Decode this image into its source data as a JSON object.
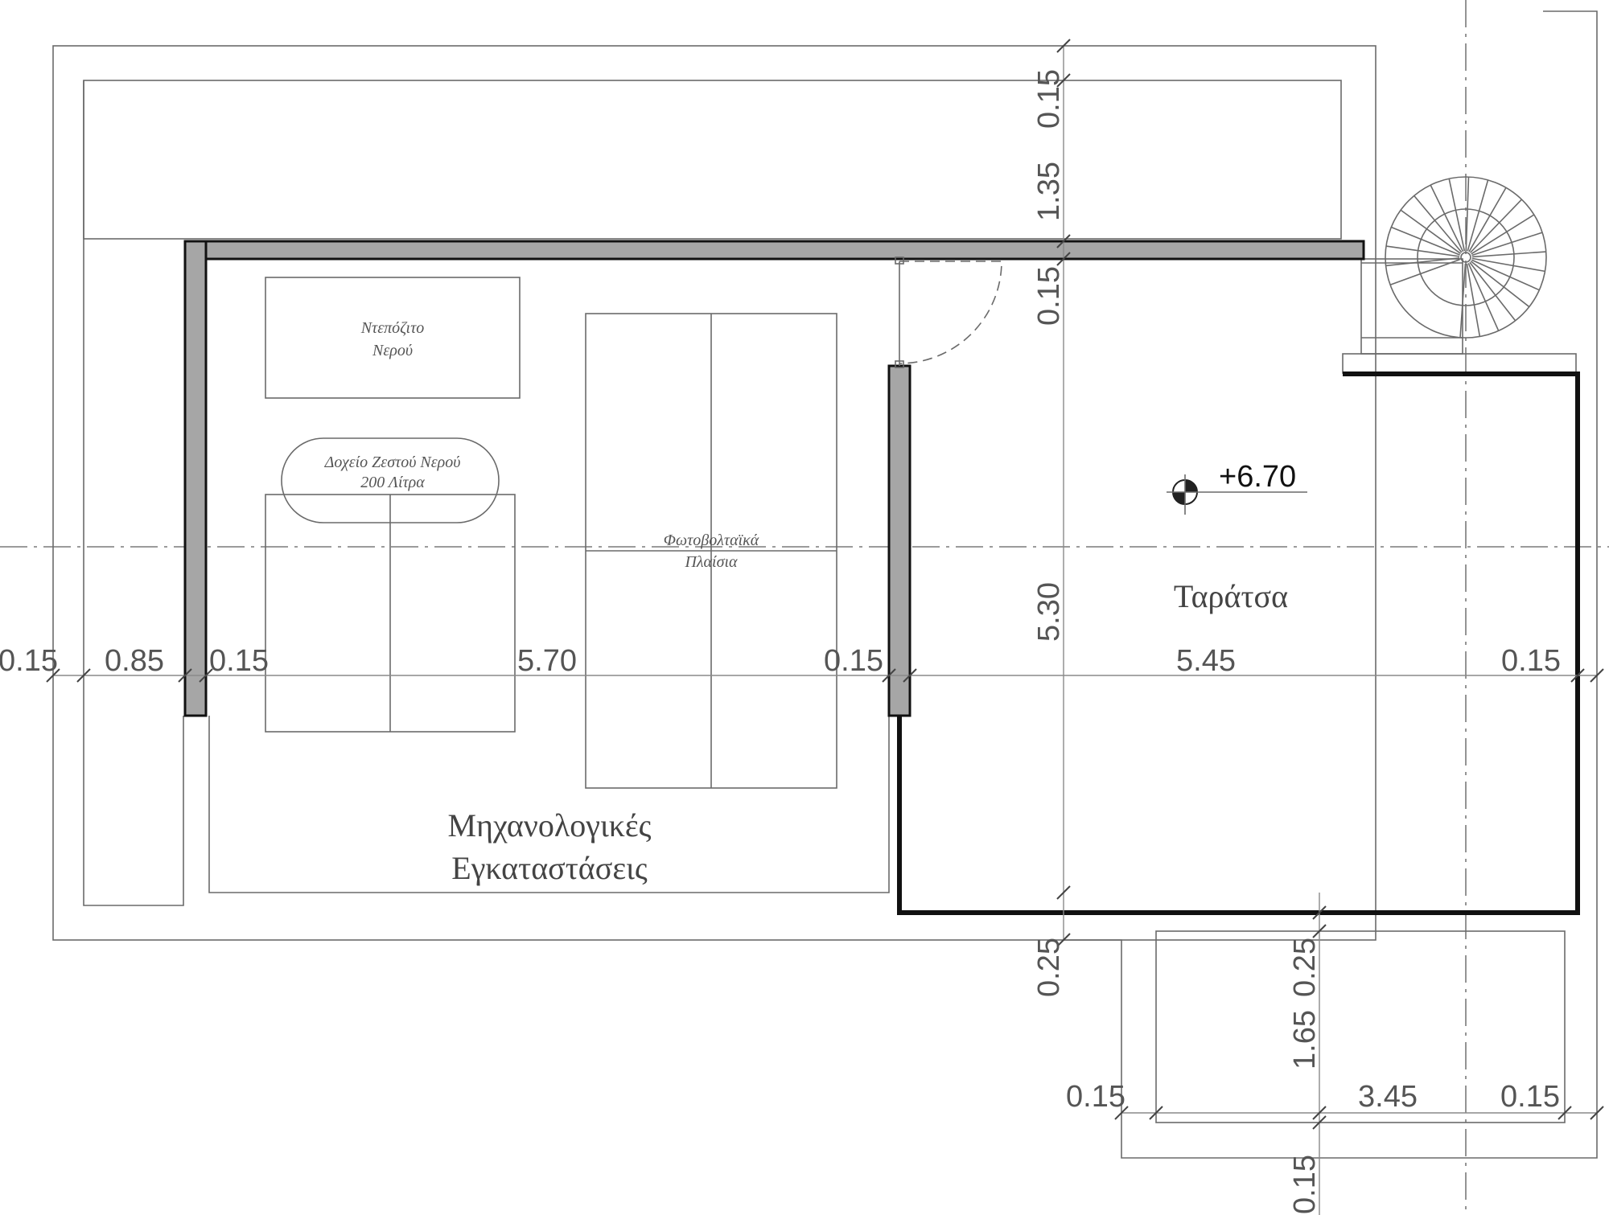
{
  "labels": {
    "depot_line1": "Ντεπόζιτο",
    "depot_line2": "Νερού",
    "boiler_line1": "Δοχείο Ζεστού Νερού",
    "boiler_line2": "200 Λίτρα",
    "pv_line1": "Φωτοβολταϊκά",
    "pv_line2": "Πλαίσια",
    "room_mech_line1": "Μηχανολογικές",
    "room_mech_line2": "Εγκαταστάσεις",
    "terrace": "Ταράτσα",
    "level": "+6.70"
  },
  "dimensions": {
    "horizontal": [
      "0.15",
      "0.85",
      "0.15",
      "5.70",
      "0.15",
      "5.45",
      "0.15"
    ],
    "vertical_top": [
      "0.15",
      "1.35",
      "0.15"
    ],
    "vertical_mid": "5.30",
    "vertical_bottom_left": "0.25",
    "vertical_bottom_right": [
      "0.25",
      "1.65",
      "0.15"
    ],
    "bottom_horizontal": [
      "0.15",
      "3.45",
      "0.15"
    ]
  },
  "colors": {
    "wall_fill": "#a6a6a6",
    "wall_stroke": "#111111",
    "line": "#6a6a6a"
  }
}
